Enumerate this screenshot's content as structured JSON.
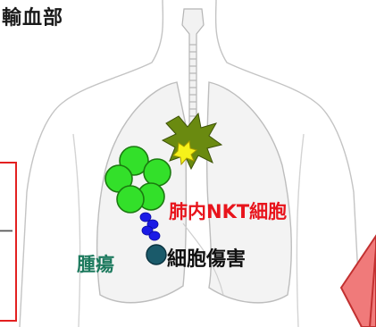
{
  "header": {
    "title": "輸血部"
  },
  "labels": {
    "nkt": "肺内NKT細胞",
    "tumor": "腫瘍",
    "cytotoxicity": "細胞傷害",
    "box_fragment": "ー"
  },
  "colors": {
    "nkt_label": "#e8141c",
    "tumor_label": "#1d7a5e",
    "cell_green": "#33e02a",
    "cell_outline": "#1b7a10",
    "blue_chain": "#1a1ae6",
    "burst_dark": "#6a8a10",
    "burst_light": "#f6f21a",
    "arrow_fill": "#f07a7a",
    "arrow_outline": "#c23030",
    "tumor_cell": "#1a5a6a"
  },
  "icons": {
    "illustration": "human-torso-lungs-outline",
    "activation": "explosion-burst-icon",
    "arrow": "up-arrow-icon"
  }
}
